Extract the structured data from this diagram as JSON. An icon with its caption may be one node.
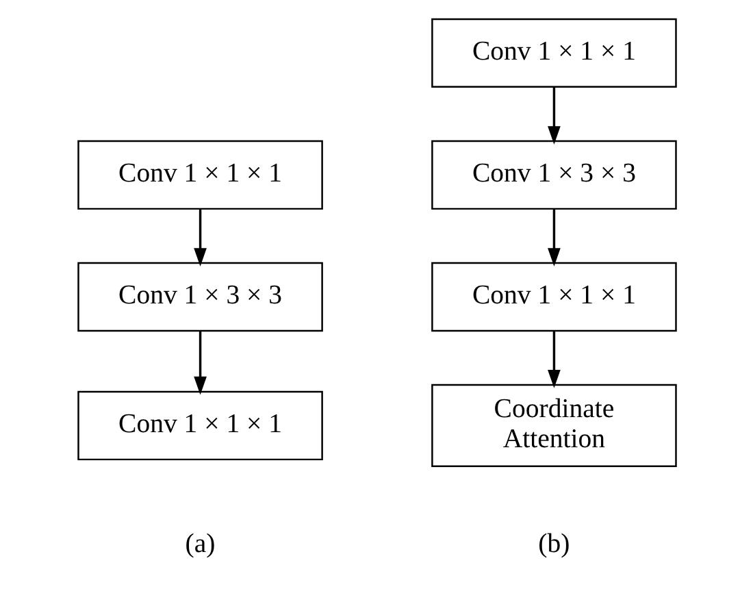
{
  "diagram": {
    "nodes": [
      {
        "text": [
          "Conv 1 × 1 × 1"
        ]
      },
      {
        "text": [
          "Conv 1 × 3 × 3"
        ]
      },
      {
        "text": [
          "Conv 1 × 1 × 1"
        ]
      },
      {
        "text": [
          "Conv 1 × 1 × 1"
        ]
      },
      {
        "text": [
          "Conv 1 × 3 × 3"
        ]
      },
      {
        "text": [
          "Conv 1 × 1 × 1"
        ]
      },
      {
        "text": [
          "Coordinate Attention"
        ]
      }
    ],
    "edges": [
      {
        "from": 0,
        "to": 1,
        "arrow": "to"
      },
      {
        "from": 1,
        "to": 2,
        "arrow": "to"
      },
      {
        "from": 3,
        "to": 4,
        "arrow": "to"
      },
      {
        "from": 4,
        "to": 5,
        "arrow": "to"
      },
      {
        "from": 5,
        "to": 6,
        "arrow": "to"
      }
    ],
    "labels": [
      "(a)",
      "(b)"
    ]
  }
}
